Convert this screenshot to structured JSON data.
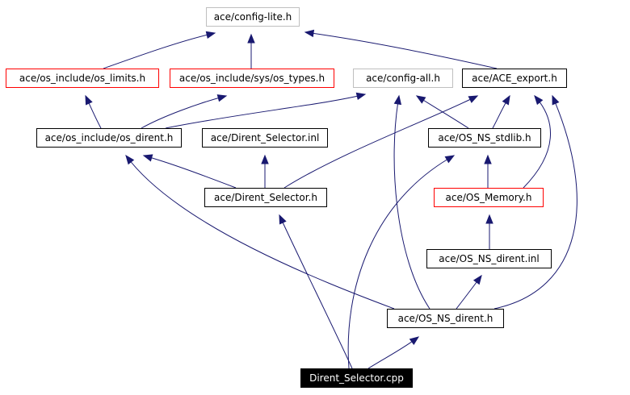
{
  "nodes": {
    "config_lite": "ace/config-lite.h",
    "os_limits": "ace/os_include/os_limits.h",
    "os_types": "ace/os_include/sys/os_types.h",
    "config_all": "ace/config-all.h",
    "ace_export": "ace/ACE_export.h",
    "os_dirent": "ace/os_include/os_dirent.h",
    "ds_inl": "ace/Dirent_Selector.inl",
    "ns_stdlib": "ace/OS_NS_stdlib.h",
    "ds_h": "ace/Dirent_Selector.h",
    "os_memory": "ace/OS_Memory.h",
    "ns_dirent_inl": "ace/OS_NS_dirent.inl",
    "ns_dirent_h": "ace/OS_NS_dirent.h",
    "ds_cpp": "Dirent_Selector.cpp"
  },
  "edges": [
    [
      "ds_cpp",
      "ds_h"
    ],
    [
      "ds_cpp",
      "ns_dirent_h"
    ],
    [
      "ds_cpp",
      "ns_stdlib"
    ],
    [
      "ns_dirent_h",
      "os_dirent"
    ],
    [
      "ns_dirent_h",
      "ns_dirent_inl"
    ],
    [
      "ns_dirent_h",
      "config_all"
    ],
    [
      "ns_dirent_h",
      "ace_export"
    ],
    [
      "ns_dirent_inl",
      "os_memory"
    ],
    [
      "os_memory",
      "ns_stdlib"
    ],
    [
      "os_memory",
      "ace_export"
    ],
    [
      "ns_stdlib",
      "ace_export"
    ],
    [
      "ns_stdlib",
      "config_all"
    ],
    [
      "ds_h",
      "os_dirent"
    ],
    [
      "ds_h",
      "ds_inl"
    ],
    [
      "ds_h",
      "ace_export"
    ],
    [
      "os_dirent",
      "os_limits"
    ],
    [
      "os_dirent",
      "os_types"
    ],
    [
      "os_dirent",
      "config_all"
    ],
    [
      "os_limits",
      "config_lite"
    ],
    [
      "os_types",
      "config_lite"
    ],
    [
      "ace_export",
      "config_lite"
    ]
  ],
  "colors": {
    "edge": "#191970",
    "arrowhead": "#191970",
    "border_default": "#000000",
    "border_gray": "#bfbfbf",
    "border_red": "#ff0000",
    "root_fill": "#000000",
    "root_text": "#ffffff"
  }
}
